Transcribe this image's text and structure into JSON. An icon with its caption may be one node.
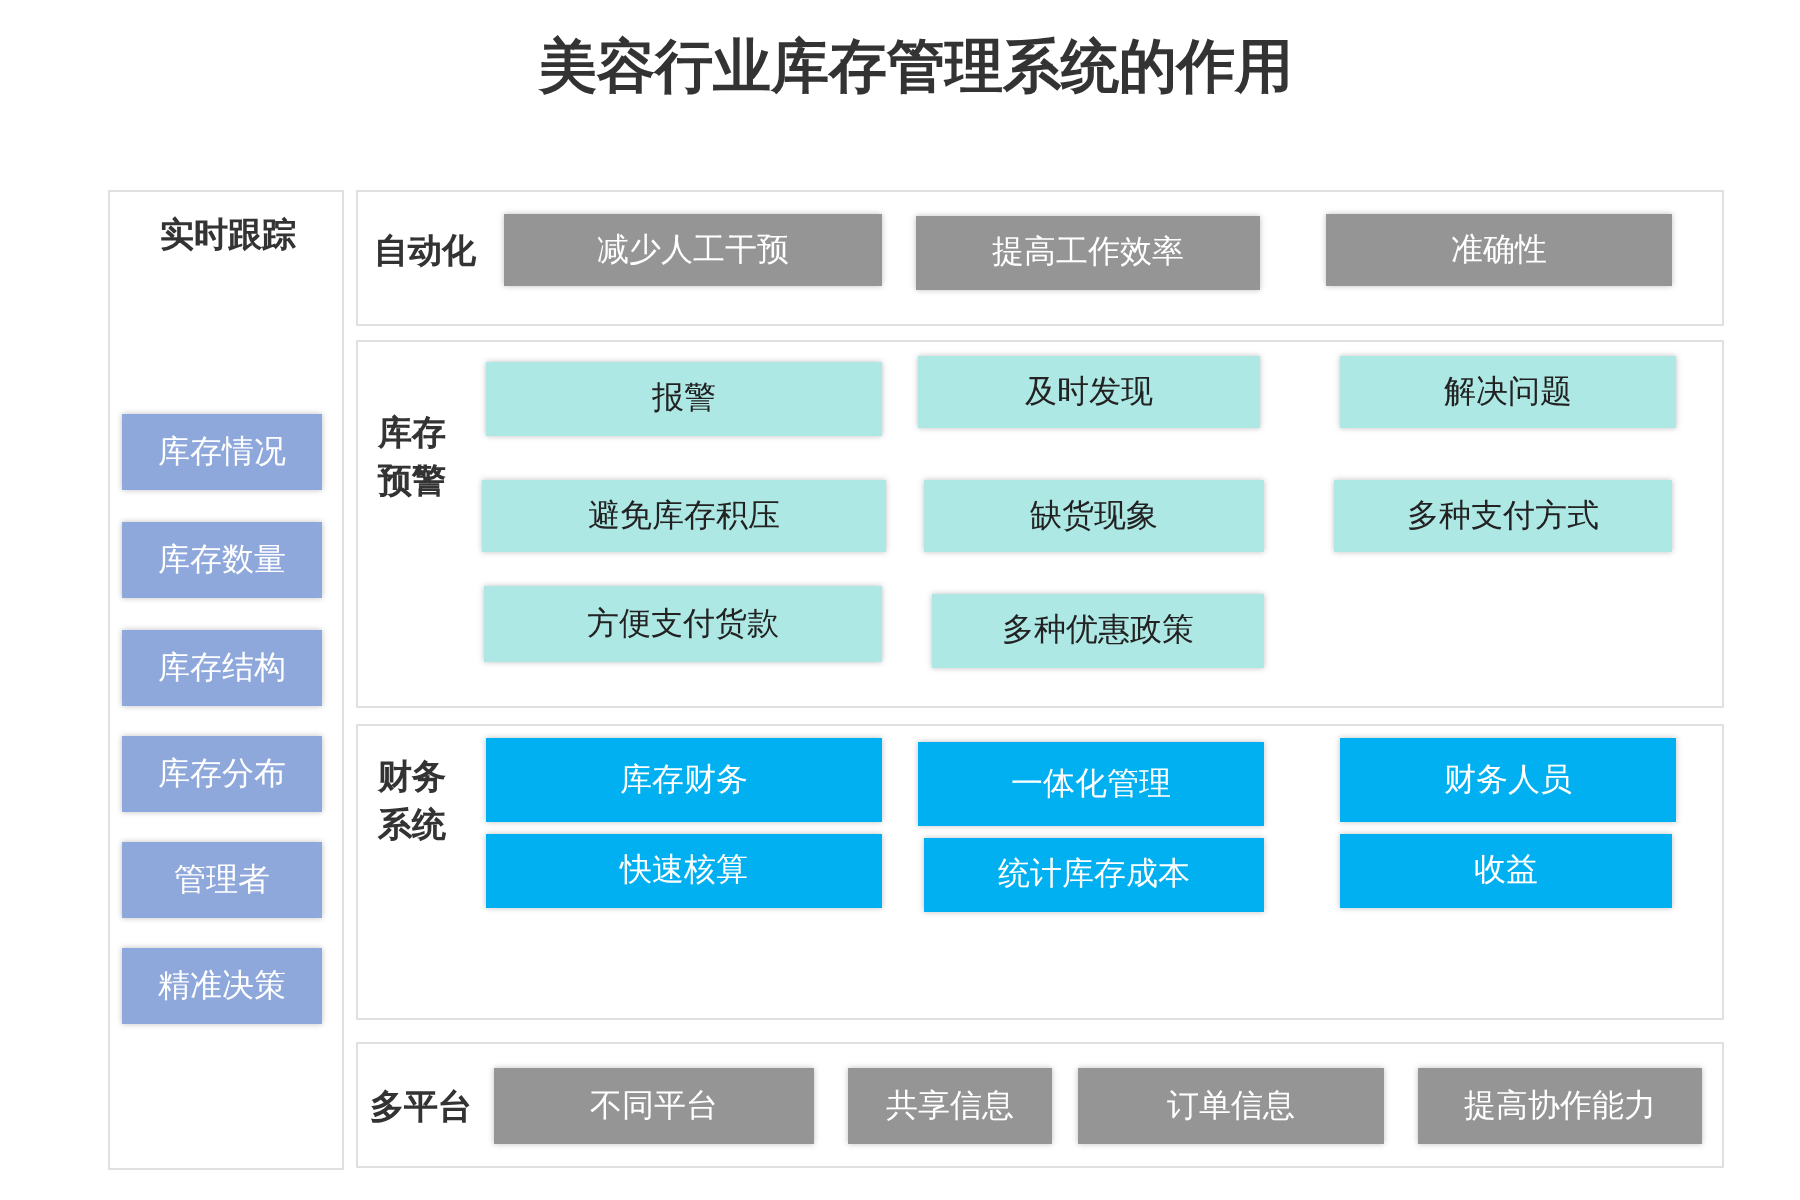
{
  "diagram": {
    "title": "美容行业库存管理系统的作用",
    "nodes": [
      {
        "text": [
          "实时跟踪"
        ]
      },
      {
        "text": [
          "库存情况"
        ],
        "in": 0
      },
      {
        "text": [
          "库存数量"
        ],
        "in": 0
      },
      {
        "text": [
          "库存结构"
        ],
        "in": 0
      },
      {
        "text": [
          "库存分布"
        ],
        "in": 0
      },
      {
        "text": [
          "管理者"
        ],
        "in": 0
      },
      {
        "text": [
          "精准决策"
        ],
        "in": 0
      },
      {
        "text": [
          "自动化"
        ]
      },
      {
        "text": [
          "减少人工干预"
        ],
        "in": 7
      },
      {
        "text": [
          "提高工作效率"
        ],
        "in": 7
      },
      {
        "text": [
          "准确性"
        ],
        "in": 7
      },
      {
        "text": [
          "库存预警"
        ]
      },
      {
        "text": [
          "报警"
        ],
        "in": 11
      },
      {
        "text": [
          "及时发现"
        ],
        "in": 11
      },
      {
        "text": [
          "解决问题"
        ],
        "in": 11
      },
      {
        "text": [
          "避免库存积压"
        ],
        "in": 11
      },
      {
        "text": [
          "缺货现象"
        ],
        "in": 11
      },
      {
        "text": [
          "多种支付方式"
        ],
        "in": 11
      },
      {
        "text": [
          "方便支付货款"
        ],
        "in": 11
      },
      {
        "text": [
          "多种优惠政策"
        ],
        "in": 11
      },
      {
        "text": [
          "财务系统"
        ]
      },
      {
        "text": [
          "库存财务"
        ],
        "in": 20
      },
      {
        "text": [
          "一体化管理"
        ],
        "in": 20
      },
      {
        "text": [
          "财务人员"
        ],
        "in": 20
      },
      {
        "text": [
          "快速核算"
        ],
        "in": 20
      },
      {
        "text": [
          "统计库存成本"
        ],
        "in": 20
      },
      {
        "text": [
          "收益"
        ],
        "in": 20
      },
      {
        "text": [
          "多平台"
        ]
      },
      {
        "text": [
          "不同平台"
        ],
        "in": 27
      },
      {
        "text": [
          "共享信息"
        ],
        "in": 27
      },
      {
        "text": [
          "订单信息"
        ],
        "in": 27
      },
      {
        "text": [
          "提高协作能力"
        ],
        "in": 27
      }
    ]
  }
}
